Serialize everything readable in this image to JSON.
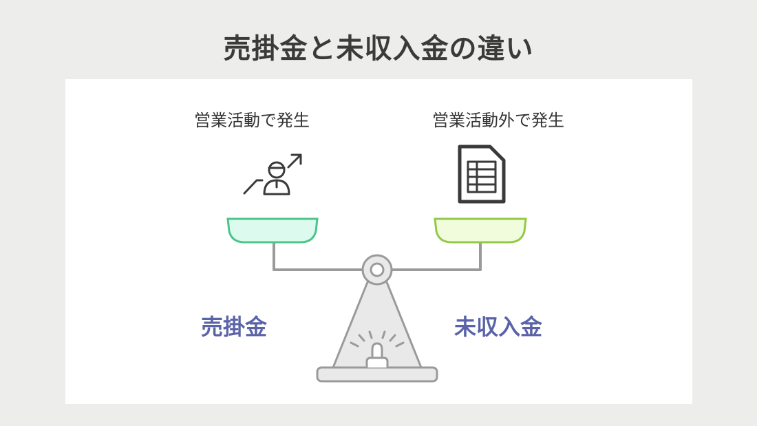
{
  "title": "売掛金と未収入金の違い",
  "left": {
    "caption": "営業活動で発生",
    "term": "売掛金",
    "icon": "business-growth-icon",
    "pan_fill": "#dcfbee",
    "pan_stroke": "#4cc48b"
  },
  "right": {
    "caption": "営業活動外で発生",
    "term": "未収入金",
    "icon": "spreadsheet-document-icon",
    "pan_fill": "#f1fcdd",
    "pan_stroke": "#94c946"
  },
  "colors": {
    "background": "#ededeb",
    "panel": "#ffffff",
    "title": "#3a3a3a",
    "term": "#5b63a8",
    "scale_stroke": "#9a9a9a",
    "scale_fill": "#e9e9e9"
  }
}
